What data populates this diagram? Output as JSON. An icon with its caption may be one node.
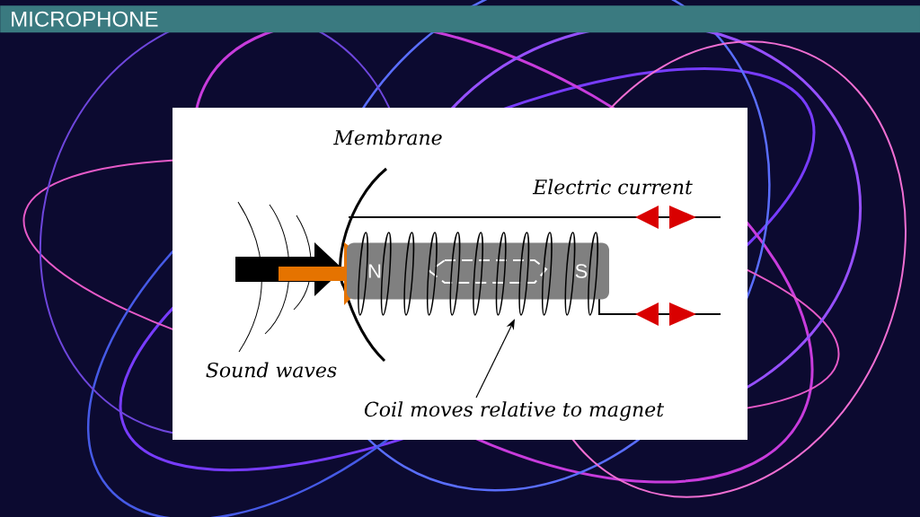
{
  "diagram": {
    "title": "MICROPHONE",
    "nodes": [
      {
        "text": [
          "N",
          "S"
        ]
      },
      {
        "text": [],
        "shape": "picture"
      },
      {
        "text": [
          "Coil moves relative to magnet"
        ]
      }
    ],
    "edges": [
      {
        "from": 2,
        "to": 1,
        "arrow": "to"
      }
    ],
    "labels": [
      "Membrane",
      "Electric current",
      "Sound waves"
    ]
  }
}
